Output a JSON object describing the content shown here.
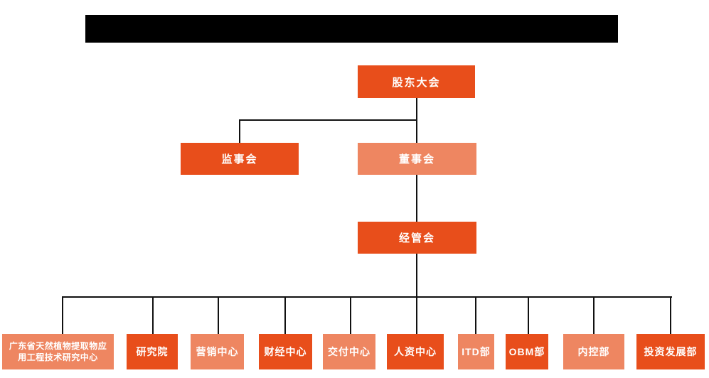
{
  "colors": {
    "primary_orange": "#e84e1b",
    "light_orange": "#ee8661",
    "connector_line": "#111111",
    "redaction_bar": "#000000",
    "node_text": "#ffffff",
    "background": "#ffffff"
  },
  "org_chart": {
    "root": {
      "label": "股东大会",
      "tone": "dark"
    },
    "level_2": {
      "supervisory_board": {
        "label": "监事会",
        "tone": "dark"
      },
      "board_of_directors": {
        "label": "董事会",
        "tone": "light"
      }
    },
    "level_3": {
      "management_committee": {
        "label": "经管会",
        "tone": "dark"
      }
    },
    "departments": [
      {
        "label": "广东省天然植物提取物应用工程技术研究中心",
        "tone": "light"
      },
      {
        "label": "研究院",
        "tone": "dark"
      },
      {
        "label": "营销中心",
        "tone": "light"
      },
      {
        "label": "财经中心",
        "tone": "dark"
      },
      {
        "label": "交付中心",
        "tone": "light"
      },
      {
        "label": "人资中心",
        "tone": "dark"
      },
      {
        "label": "ITD部",
        "tone": "light"
      },
      {
        "label": "OBM部",
        "tone": "dark"
      },
      {
        "label": "内控部",
        "tone": "light"
      },
      {
        "label": "投资发展部",
        "tone": "dark"
      }
    ]
  }
}
